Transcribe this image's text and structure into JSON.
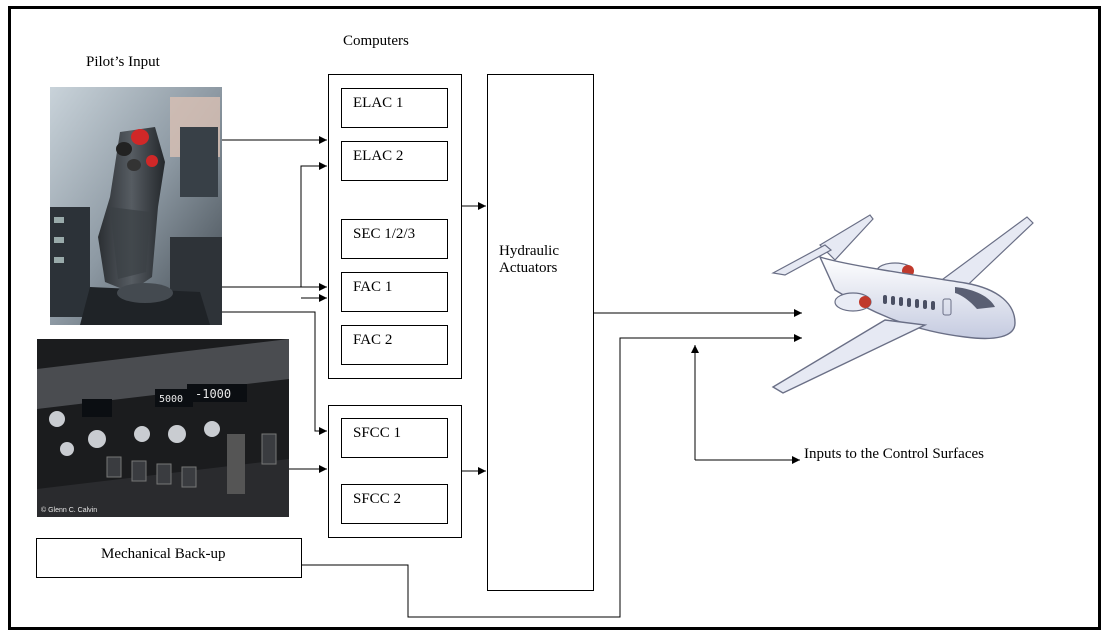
{
  "labels": {
    "pilot_input": "Pilot’s Input",
    "computers": "Computers",
    "hydraulic_line1": "Hydraulic",
    "hydraulic_line2": "Actuators",
    "mechanical_backup": "Mechanical Back-up",
    "control_surfaces": "Inputs to the Control Surfaces"
  },
  "computer_group_1": [
    "ELAC 1",
    "ELAC 2",
    "SEC 1/2/3",
    "FAC 1",
    "FAC 2"
  ],
  "computer_group_2": [
    "SFCC 1",
    "SFCC 2"
  ],
  "panel_display": "-1000",
  "panel_display_2": "5000",
  "photo_credit": "© Glenn C. Calvin"
}
